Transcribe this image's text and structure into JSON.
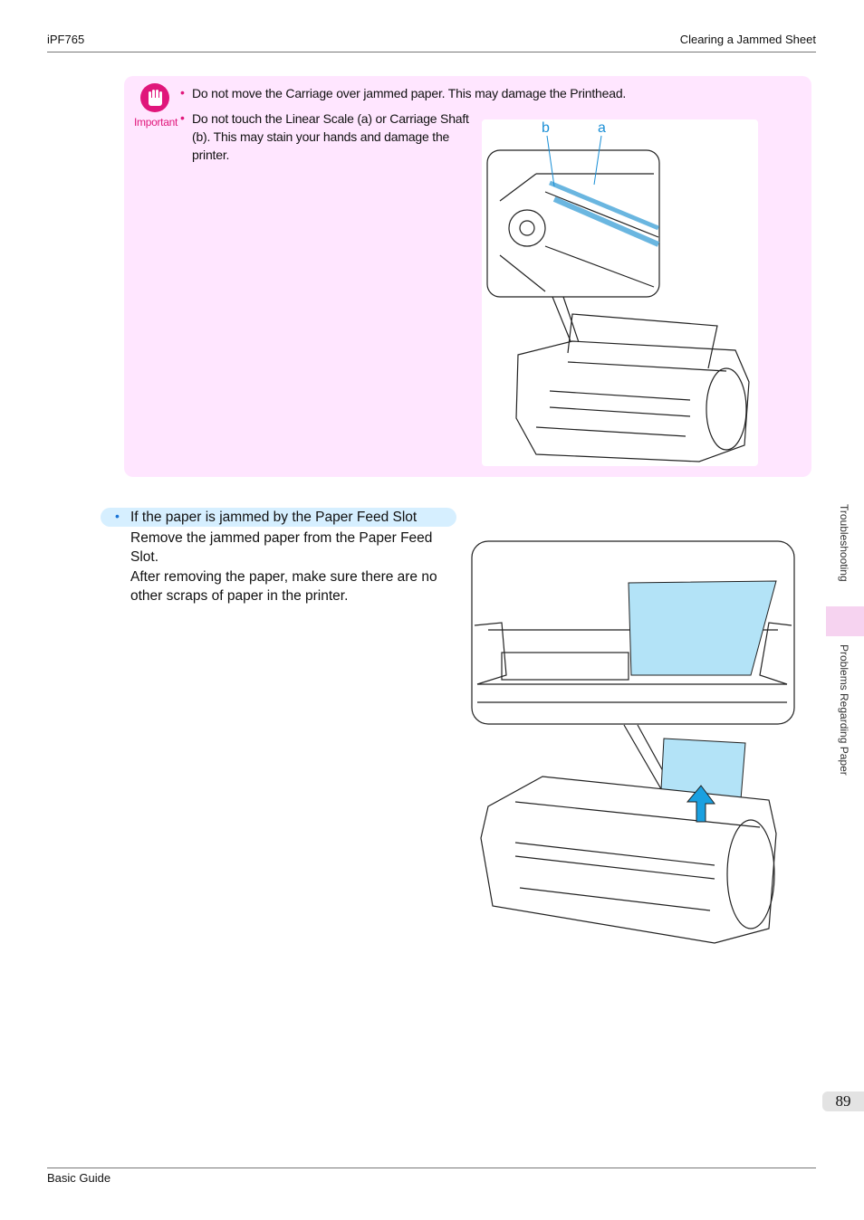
{
  "header": {
    "model": "iPF765",
    "section": "Clearing a Jammed Sheet"
  },
  "important": {
    "label": "Important",
    "bullets": [
      "Do not move the Carriage over jammed paper. This may damage the Printhead.",
      "Do not touch the Linear Scale (a) or Carriage Shaft (b). This may stain your hands and damage the printer."
    ],
    "callouts": {
      "b": "b",
      "a": "a"
    }
  },
  "section": {
    "title": "If the paper is jammed by the Paper Feed Slot",
    "paragraphs": [
      "Remove the jammed paper from the Paper Feed Slot.",
      "After removing the paper, make sure there are no other scraps of paper in the printer."
    ]
  },
  "side_tabs": {
    "top": "Troubleshooting",
    "bottom": "Problems Regarding Paper"
  },
  "page_number": "89",
  "footer": {
    "text": "Basic Guide"
  },
  "colors": {
    "important_bg": "#ffe6ff",
    "important_accent": "#e0177b",
    "section_pill": "#d6efff",
    "callout_blue": "#1a8fd6",
    "paper_blue": "#b3e3f7",
    "arrow_blue": "#1aa0e0"
  },
  "icons": {
    "important": "hand-stop-icon"
  }
}
